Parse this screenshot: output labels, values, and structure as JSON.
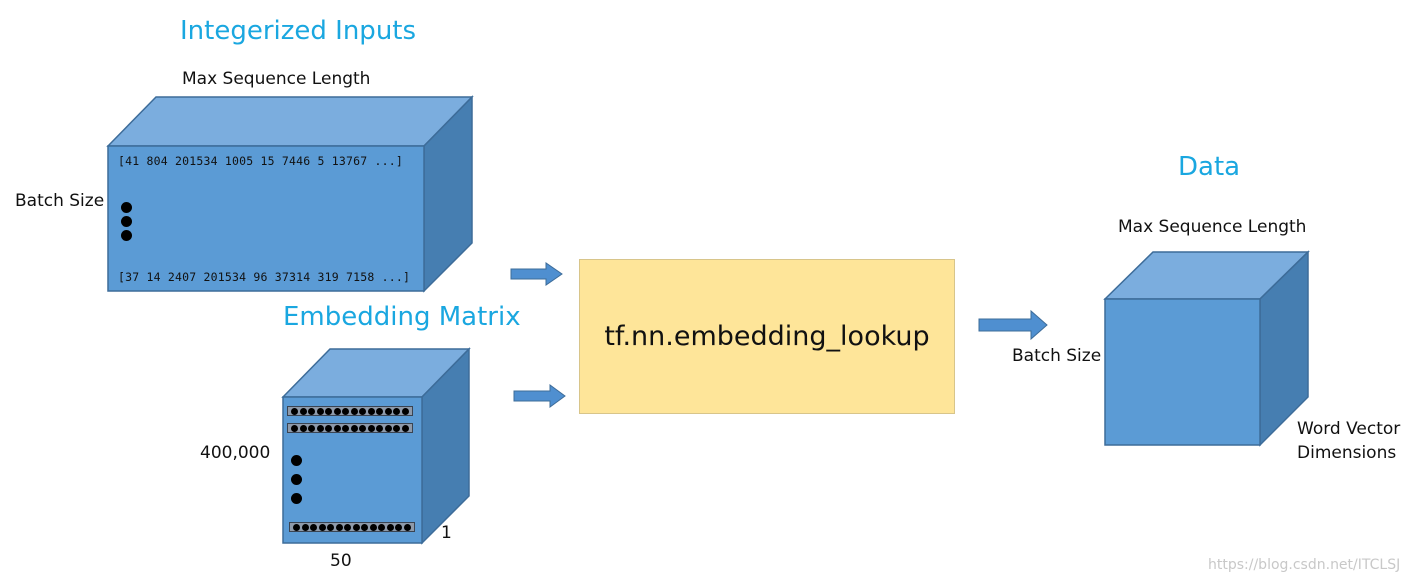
{
  "titles": {
    "integerized_inputs": "Integerized Inputs",
    "embedding_matrix": "Embedding Matrix",
    "data": "Data"
  },
  "inputs_cube": {
    "top_label": "Max Sequence Length",
    "side_label": "Batch Size",
    "first_row": "[41  804  201534  1005  15  7446  5  13767 ...]",
    "last_row": "[37  14  2407  201534  96  37314  319  7158 ...]"
  },
  "embedding_cube": {
    "rows_label": "400,000",
    "cols_label": "50",
    "depth_label": "1"
  },
  "lookup_box": {
    "label": "tf.nn.embedding_lookup"
  },
  "data_cube": {
    "top_label": "Max Sequence Length",
    "side_label": "Batch Size",
    "depth_label_line1": "Word Vector",
    "depth_label_line2": "Dimensions"
  },
  "watermark": "https://blog.csdn.net/ITCLSJ",
  "colors": {
    "title": "#1aa7e0",
    "cube_front": "#5b9bd5",
    "cube_top": "#7badde",
    "cube_side": "#467eb1",
    "cube_edge": "#3d6c99",
    "arrow": "#4f8fd0",
    "lookup_fill": "#fee599"
  }
}
